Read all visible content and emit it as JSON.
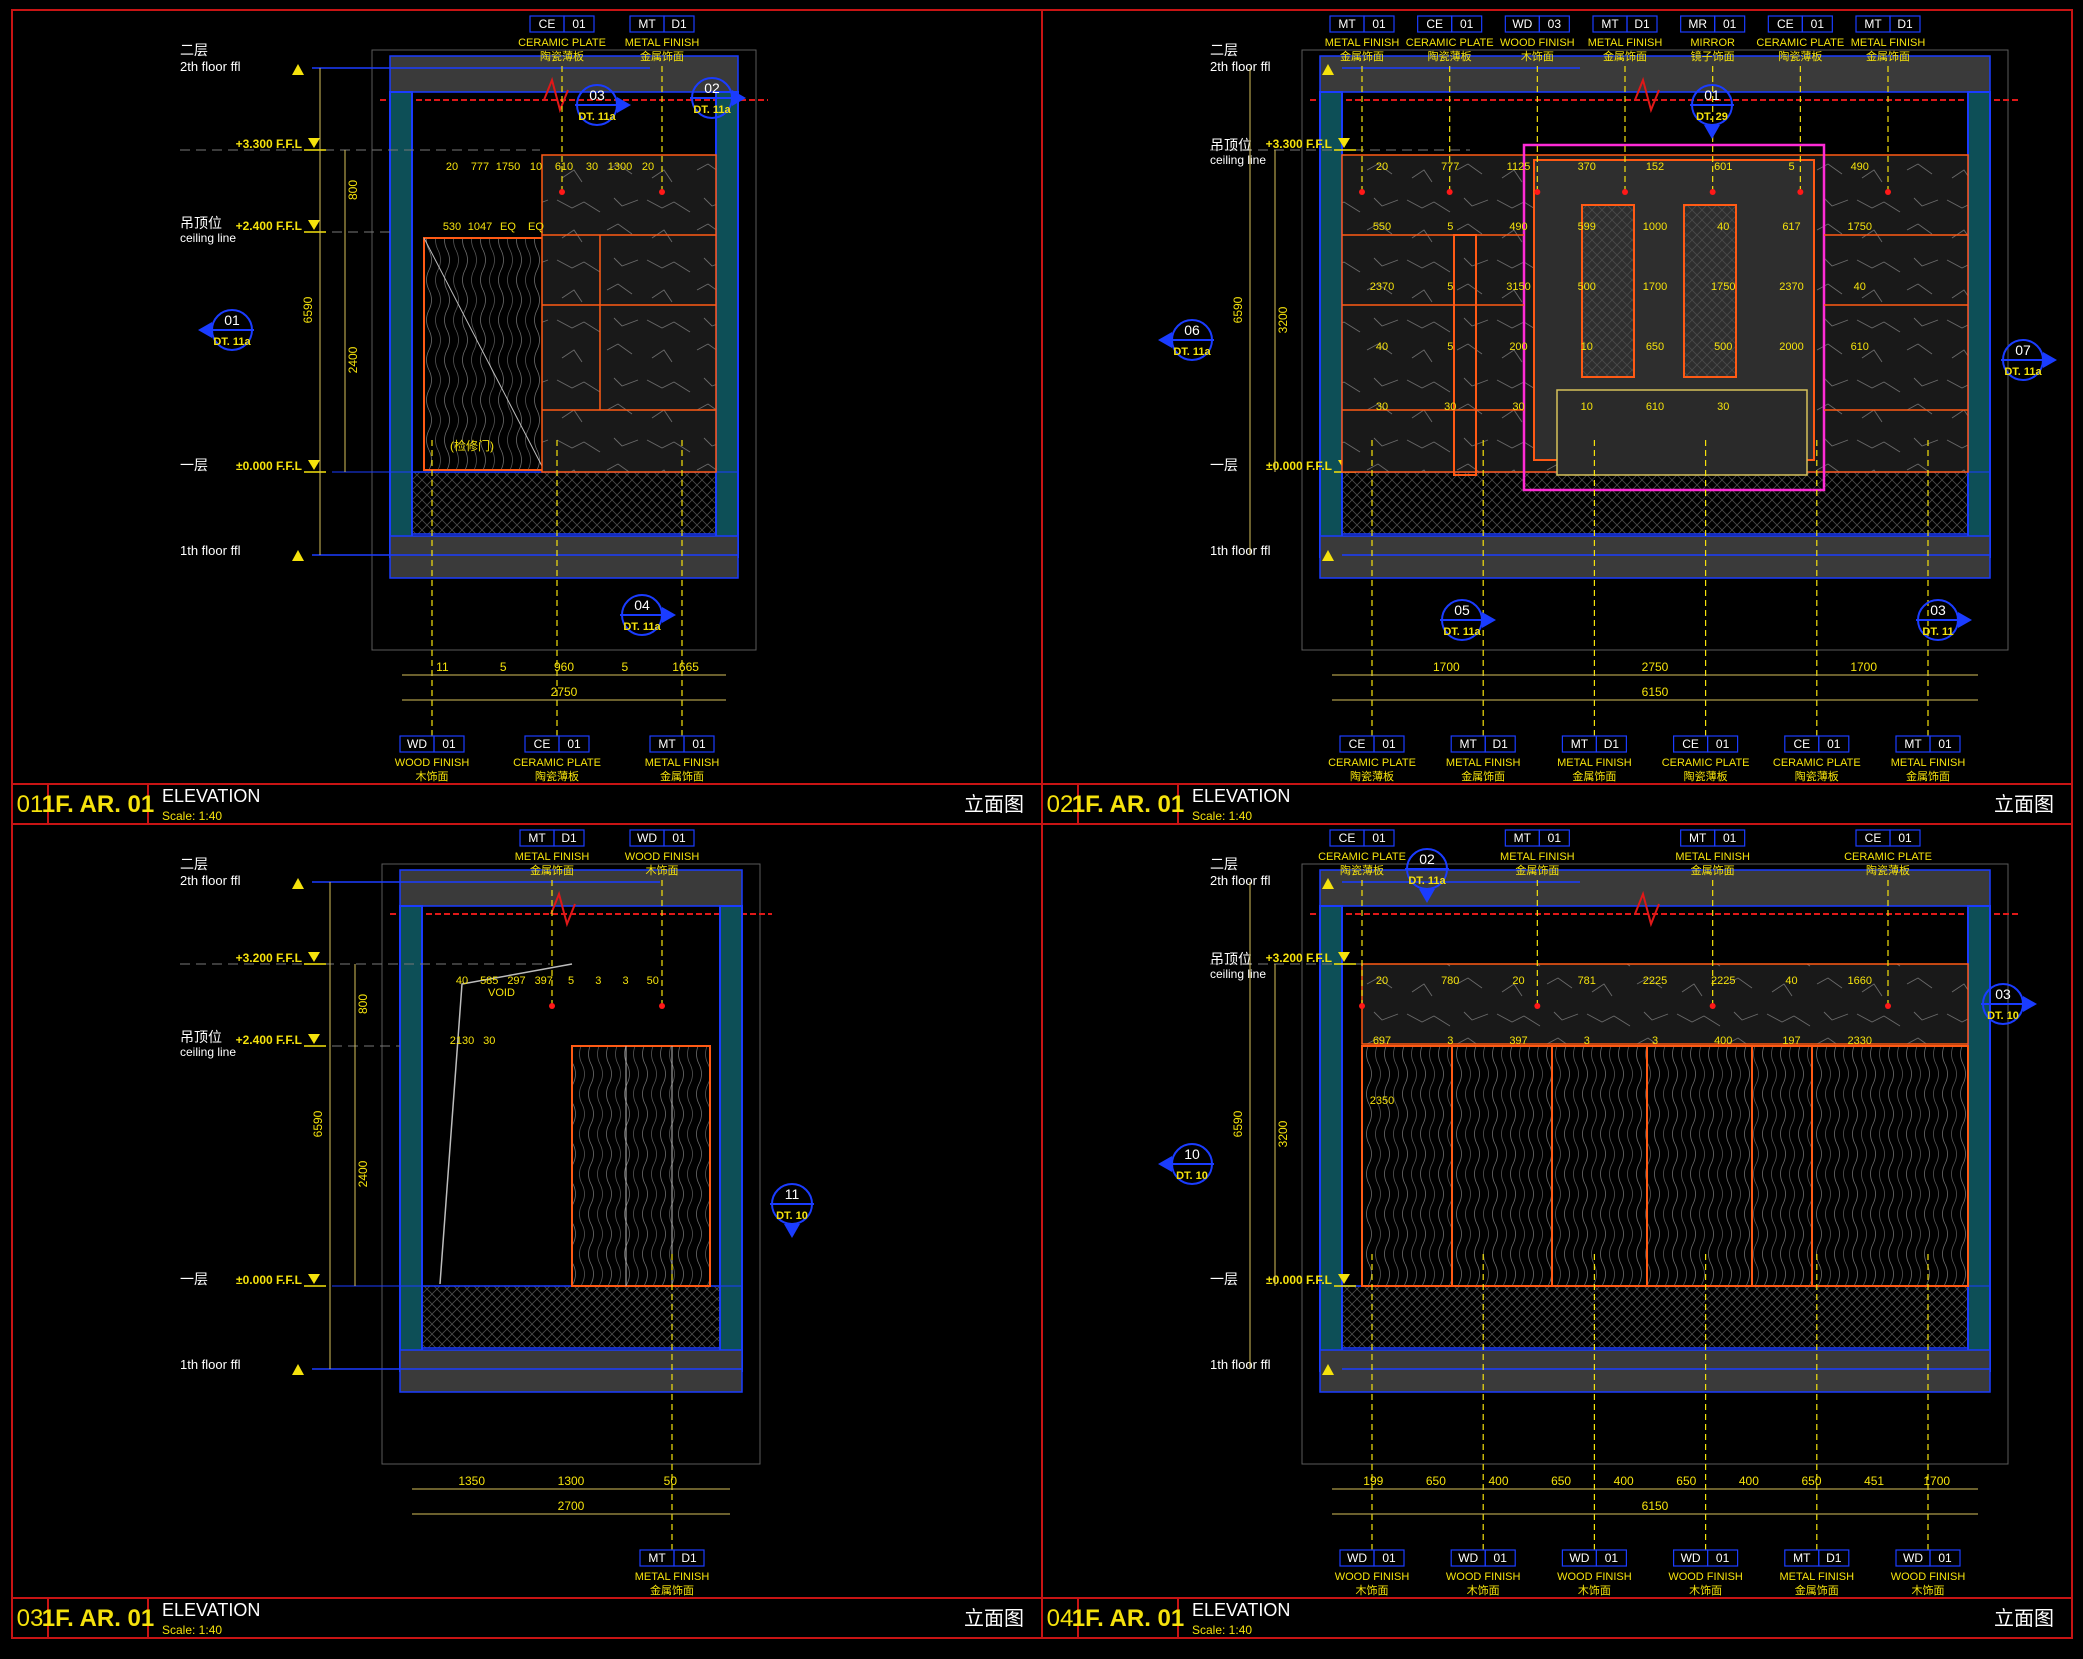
{
  "colors": {
    "background": "#000000",
    "frame": "#c81414",
    "wall_fill": "#0d4f57",
    "wall_outline": "#1a3cff",
    "slab": "#3a3a3a",
    "dimension": "#d6c15a",
    "leader": "#f5e20c",
    "tag_box": "#1a3cff",
    "finish_orange": "#ff5a14",
    "marble": "#1b1b1b",
    "symbol_blue": "#1a3cff",
    "mirror_magenta": "#ff2bd6",
    "text_white": "#ffffff"
  },
  "common": {
    "level_2f_cn": "二层",
    "level_2f_en": "2th floor ffl",
    "level_1f_cn": "一层",
    "level_1f_en": "1th floor ffl",
    "ceiling_cn": "吊顶位",
    "ceiling_en": "ceiling line",
    "title_word": "ELEVATION",
    "scale": "Scale: 1:40",
    "title_cn": "立面图",
    "sheet_code": "1F. AR. 01"
  },
  "panels": [
    {
      "number": "01",
      "level_marks": [
        "+3.300 F.F.L",
        "+2.400 F.F.L",
        "±0.000 F.F.L"
      ],
      "top_tags": [
        {
          "code": "CE",
          "num": "01",
          "en": "CERAMIC PLATE",
          "cn": "陶瓷薄板"
        },
        {
          "code": "MT",
          "num": "D1",
          "en": "METAL FINISH",
          "cn": "金属饰面"
        }
      ],
      "bottom_tags": [
        {
          "code": "WD",
          "num": "01",
          "en": "WOOD FINISH",
          "cn": "木饰面"
        },
        {
          "code": "CE",
          "num": "01",
          "en": "CERAMIC PLATE",
          "cn": "陶瓷薄板"
        },
        {
          "code": "MT",
          "num": "01",
          "en": "METAL FINISH",
          "cn": "金属饰面"
        }
      ],
      "symbols": [
        {
          "num": "03",
          "ref": "DT. 11a"
        },
        {
          "num": "02",
          "ref": "DT. 11a"
        },
        {
          "num": "01",
          "ref": "DT. 11a"
        },
        {
          "num": "04",
          "ref": "DT. 11a"
        }
      ],
      "left_dims": [
        "800",
        "6590",
        "2400"
      ],
      "inner_dims": [
        "20",
        "777",
        "1750",
        "10",
        "610",
        "30",
        "1300",
        "20",
        "530",
        "1047",
        "EQ",
        "EQ"
      ],
      "bottom_dims": [
        "11",
        "5",
        "960",
        "5",
        "1665"
      ],
      "bottom_total": "2750",
      "note": "(检修门)"
    },
    {
      "number": "02",
      "level_marks": [
        "+3.300 F.F.L",
        "±0.000 F.F.L"
      ],
      "top_tags": [
        {
          "code": "MT",
          "num": "01",
          "en": "METAL FINISH",
          "cn": "金属饰面"
        },
        {
          "code": "CE",
          "num": "01",
          "en": "CERAMIC PLATE",
          "cn": "陶瓷薄板"
        },
        {
          "code": "WD",
          "num": "03",
          "en": "WOOD FINISH",
          "cn": "木饰面"
        },
        {
          "code": "MT",
          "num": "D1",
          "en": "METAL FINISH",
          "cn": "金属饰面"
        },
        {
          "code": "MR",
          "num": "01",
          "en": "MIRROR",
          "cn": "镜子饰面"
        },
        {
          "code": "CE",
          "num": "01",
          "en": "CERAMIC PLATE",
          "cn": "陶瓷薄板"
        },
        {
          "code": "MT",
          "num": "D1",
          "en": "METAL FINISH",
          "cn": "金属饰面"
        }
      ],
      "bottom_tags": [
        {
          "code": "CE",
          "num": "01",
          "en": "CERAMIC PLATE",
          "cn": "陶瓷薄板"
        },
        {
          "code": "MT",
          "num": "D1",
          "en": "METAL FINISH",
          "cn": "金属饰面"
        },
        {
          "code": "MT",
          "num": "D1",
          "en": "METAL FINISH",
          "cn": "金属饰面"
        },
        {
          "code": "CE",
          "num": "01",
          "en": "CERAMIC PLATE",
          "cn": "陶瓷薄板"
        },
        {
          "code": "CE",
          "num": "01",
          "en": "CERAMIC PLATE",
          "cn": "陶瓷薄板"
        },
        {
          "code": "MT",
          "num": "01",
          "en": "METAL FINISH",
          "cn": "金属饰面"
        }
      ],
      "symbols": [
        {
          "num": "01",
          "ref": "DT. 29"
        },
        {
          "num": "06",
          "ref": "DT. 11a"
        },
        {
          "num": "07",
          "ref": "DT. 11a"
        },
        {
          "num": "05",
          "ref": "DT. 11a"
        },
        {
          "num": "03",
          "ref": "DT. 11"
        }
      ],
      "left_dims": [
        "6590",
        "3200"
      ],
      "inner_dims": [
        "20",
        "777",
        "1125",
        "370",
        "152",
        "601",
        "5",
        "490",
        "550",
        "5",
        "490",
        "599",
        "1000",
        "40",
        "617",
        "1750",
        "2370",
        "5",
        "3150",
        "500",
        "1700",
        "1750",
        "2370",
        "40",
        "40",
        "5",
        "200",
        "10",
        "650",
        "500",
        "2000",
        "610",
        "30",
        "30",
        "30",
        "10",
        "610",
        "30"
      ],
      "bottom_dims": [
        "1700",
        "2750",
        "1700"
      ],
      "bottom_total": "6150"
    },
    {
      "number": "03",
      "level_marks": [
        "+3.200 F.F.L",
        "+2.400 F.F.L",
        "±0.000 F.F.L"
      ],
      "top_tags": [
        {
          "code": "MT",
          "num": "D1",
          "en": "METAL FINISH",
          "cn": "金属饰面"
        },
        {
          "code": "WD",
          "num": "01",
          "en": "WOOD FINISH",
          "cn": "木饰面"
        }
      ],
      "bottom_tags": [
        {
          "code": "MT",
          "num": "D1",
          "en": "METAL FINISH",
          "cn": "金属饰面"
        }
      ],
      "symbols": [
        {
          "num": "11",
          "ref": "DT. 10"
        }
      ],
      "left_dims": [
        "800",
        "6590",
        "2400"
      ],
      "inner_dims": [
        "40",
        "585",
        "297",
        "397",
        "5",
        "3",
        "3",
        "50",
        "2130",
        "30"
      ],
      "bottom_dims": [
        "1350",
        "1300",
        "50"
      ],
      "bottom_total": "2700",
      "note": "VOID"
    },
    {
      "number": "04",
      "level_marks": [
        "+3.200 F.F.L",
        "±0.000 F.F.L"
      ],
      "top_tags": [
        {
          "code": "CE",
          "num": "01",
          "en": "CERAMIC PLATE",
          "cn": "陶瓷薄板"
        },
        {
          "code": "MT",
          "num": "01",
          "en": "METAL FINISH",
          "cn": "金属饰面"
        },
        {
          "code": "MT",
          "num": "01",
          "en": "METAL FINISH",
          "cn": "金属饰面"
        },
        {
          "code": "CE",
          "num": "01",
          "en": "CERAMIC PLATE",
          "cn": "陶瓷薄板"
        }
      ],
      "bottom_tags": [
        {
          "code": "WD",
          "num": "01",
          "en": "WOOD FINISH",
          "cn": "木饰面"
        },
        {
          "code": "WD",
          "num": "01",
          "en": "WOOD FINISH",
          "cn": "木饰面"
        },
        {
          "code": "WD",
          "num": "01",
          "en": "WOOD FINISH",
          "cn": "木饰面"
        },
        {
          "code": "WD",
          "num": "01",
          "en": "WOOD FINISH",
          "cn": "木饰面"
        },
        {
          "code": "MT",
          "num": "D1",
          "en": "METAL FINISH",
          "cn": "金属饰面"
        },
        {
          "code": "WD",
          "num": "01",
          "en": "WOOD FINISH",
          "cn": "木饰面"
        }
      ],
      "symbols": [
        {
          "num": "02",
          "ref": "DT. 11a"
        },
        {
          "num": "03",
          "ref": "DT. 10"
        },
        {
          "num": "10",
          "ref": "DT. 10"
        }
      ],
      "left_dims": [
        "6590",
        "3200"
      ],
      "inner_dims": [
        "20",
        "780",
        "20",
        "781",
        "2225",
        "2225",
        "40",
        "1660",
        "697",
        "3",
        "397",
        "3",
        "3",
        "400",
        "197",
        "2330",
        "2350"
      ],
      "bottom_dims": [
        "199",
        "650",
        "400",
        "650",
        "400",
        "650",
        "400",
        "650",
        "451",
        "1700"
      ],
      "bottom_total": "6150"
    }
  ]
}
